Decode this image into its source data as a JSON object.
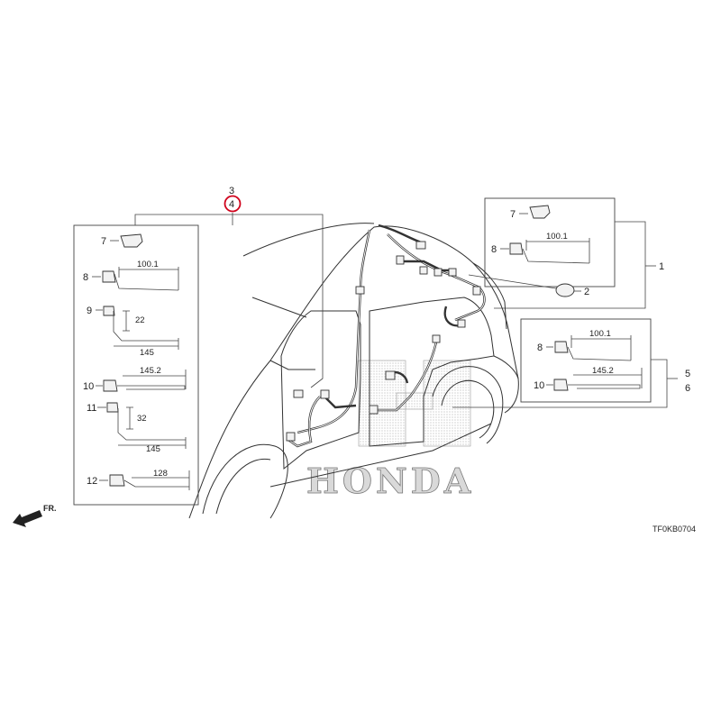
{
  "title": "",
  "diagram_code": "TF0KB0704",
  "direction_label": "FR.",
  "watermark": "HONDA",
  "callouts": {
    "c1": "1",
    "c2": "2",
    "c3": "3",
    "c4": "4",
    "c5": "5",
    "c6": "6"
  },
  "left_panel": {
    "items": [
      {
        "ref": "7"
      },
      {
        "ref": "8",
        "dim": "100.1"
      },
      {
        "ref": "9",
        "dim_v": "22",
        "dim_h": "145"
      },
      {
        "ref": "10",
        "dim": "145.2"
      },
      {
        "ref": "11",
        "dim_v": "32",
        "dim_h": "145"
      },
      {
        "ref": "12",
        "dim": "128"
      }
    ]
  },
  "top_right_panel": {
    "items": [
      {
        "ref": "7"
      },
      {
        "ref": "8",
        "dim": "100.1"
      }
    ]
  },
  "mid_right_panel": {
    "items": [
      {
        "ref": "8",
        "dim": "100.1"
      },
      {
        "ref": "10",
        "dim": "145.2"
      }
    ]
  },
  "highlight": {
    "ref": "4",
    "color": "#d0021b"
  }
}
